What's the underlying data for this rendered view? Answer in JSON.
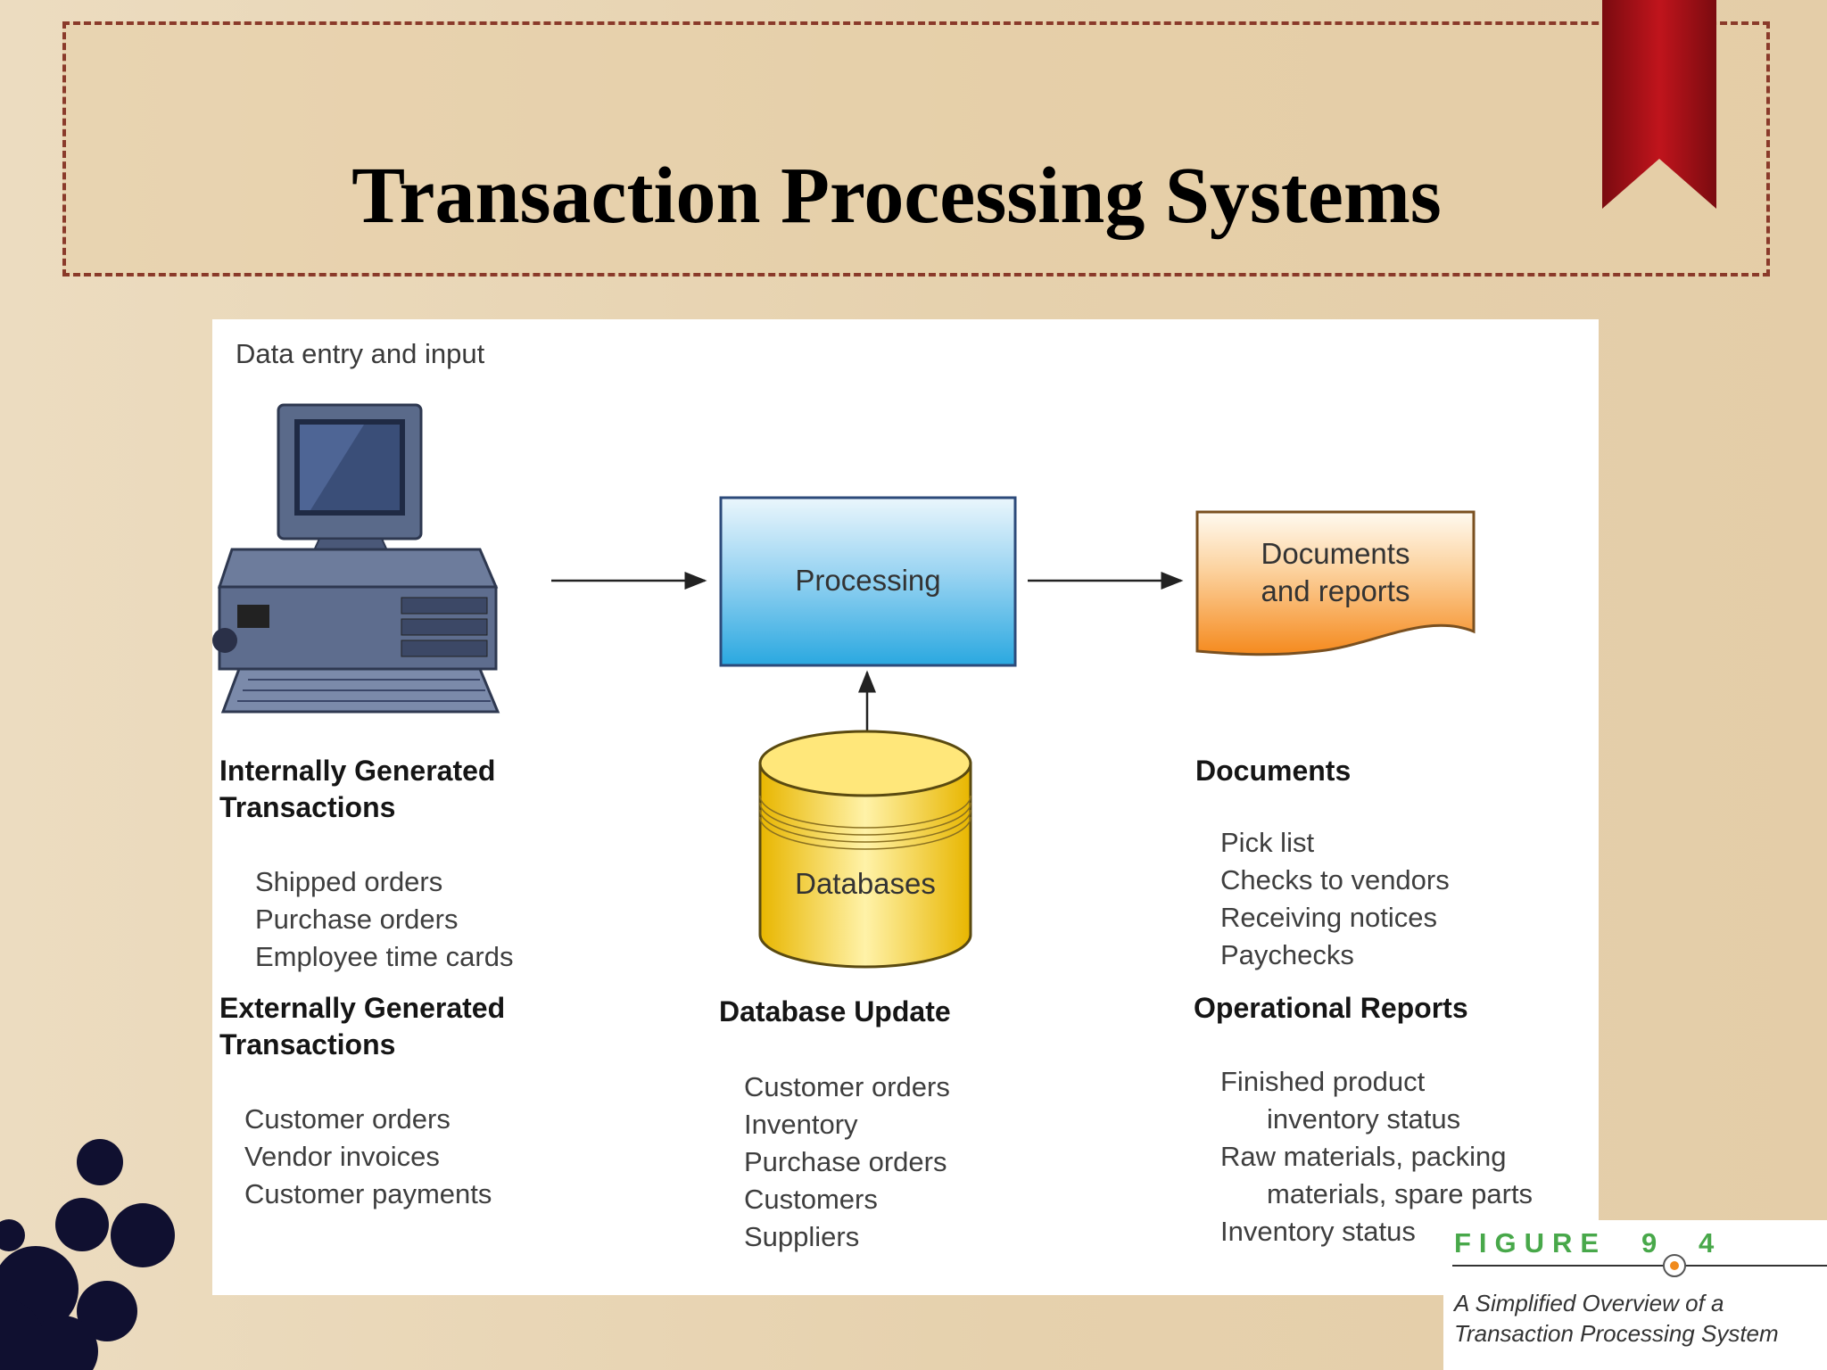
{
  "slide": {
    "title": "Transaction Processing Systems"
  },
  "diagram": {
    "input_caption": "Data entry and input",
    "processing_label": "Processing",
    "documents_box_label": [
      "Documents",
      "and reports"
    ],
    "database_label": "Databases",
    "colors": {
      "processing_top": "#eaf6fc",
      "processing_bottom": "#2aa8e0",
      "documents_top": "#fffaf0",
      "documents_bottom": "#f58a1e",
      "database_light": "#fff2a8",
      "database_dark": "#e8b600",
      "figure_green": "#48a84a"
    },
    "internal": {
      "heading": [
        "Internally Generated",
        "Transactions"
      ],
      "items": [
        "Shipped orders",
        "Purchase orders",
        "Employee time cards"
      ]
    },
    "external": {
      "heading": [
        "Externally Generated",
        "Transactions"
      ],
      "items": [
        "Customer orders",
        "Vendor invoices",
        "Customer payments"
      ]
    },
    "database_update": {
      "heading": "Database Update",
      "items": [
        "Customer orders",
        "Inventory",
        "Purchase orders",
        "Customers",
        "Suppliers"
      ]
    },
    "documents": {
      "heading": "Documents",
      "items": [
        "Pick list",
        "Checks to vendors",
        "Receiving notices",
        "Paychecks"
      ]
    },
    "operational_reports": {
      "heading": "Operational Reports",
      "items": [
        "Finished product",
        "inventory status",
        "Raw materials, packing",
        "materials, spare parts",
        "Inventory status"
      ]
    }
  },
  "figure": {
    "word": "FIGURE",
    "chapter": "9",
    "number": "4",
    "caption": [
      "A Simplified Overview of a",
      "Transaction Processing System"
    ]
  },
  "icons": {
    "computer": "desktop-computer-icon",
    "bookmark": "bookmark-ribbon-icon",
    "splatter": "ink-splatter-icon"
  }
}
